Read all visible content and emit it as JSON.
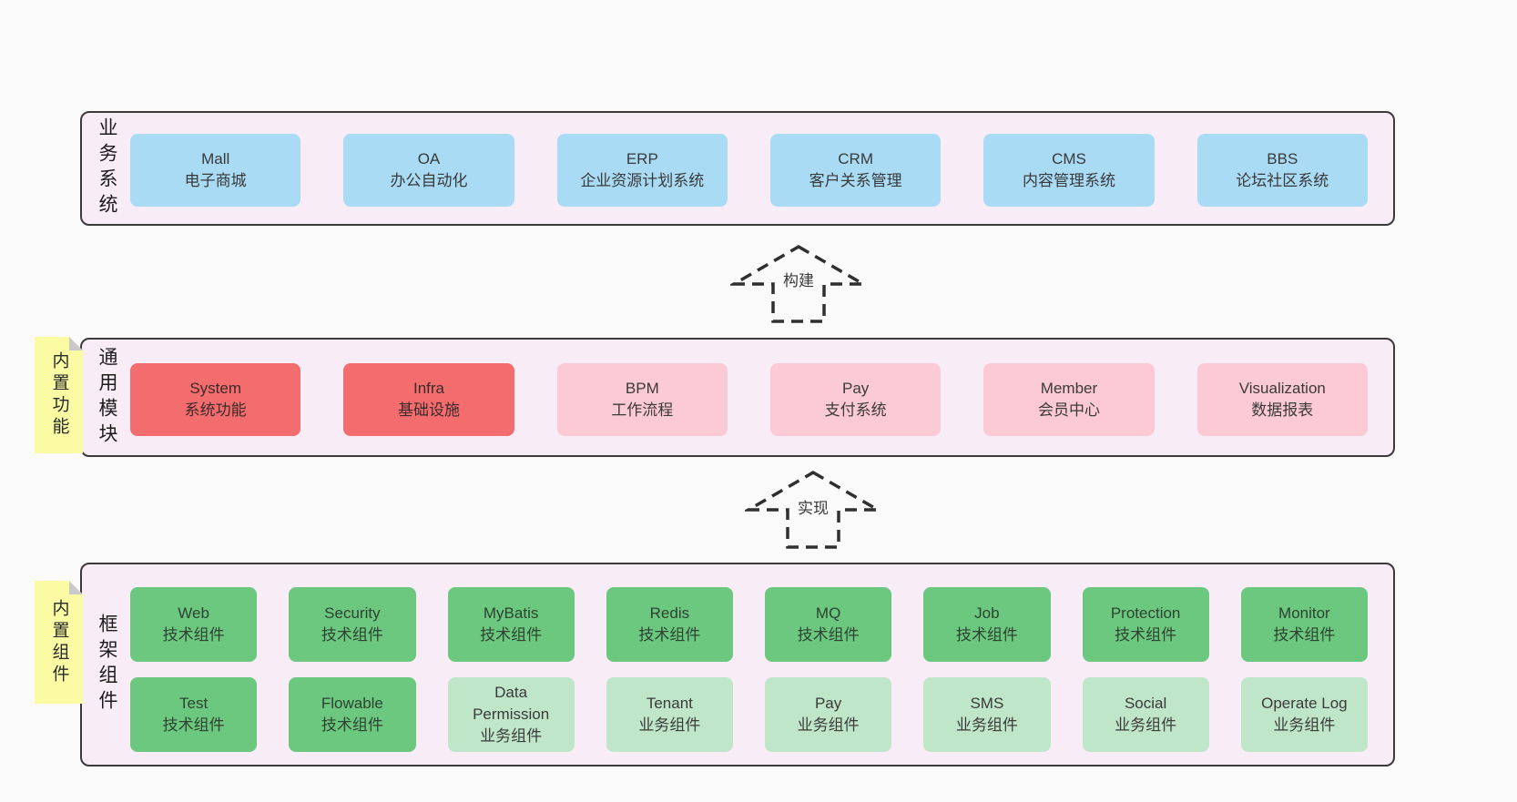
{
  "sections": {
    "business": {
      "side_label": "业务系统",
      "boxes": [
        {
          "name": "Mall",
          "desc": "电子商城",
          "variant": "blue"
        },
        {
          "name": "OA",
          "desc": "办公自动化",
          "variant": "blue"
        },
        {
          "name": "ERP",
          "desc": "企业资源计划系统",
          "variant": "blue"
        },
        {
          "name": "CRM",
          "desc": "客户关系管理",
          "variant": "blue"
        },
        {
          "name": "CMS",
          "desc": "内容管理系统",
          "variant": "blue"
        },
        {
          "name": "BBS",
          "desc": "论坛社区系统",
          "variant": "blue"
        }
      ]
    },
    "modules": {
      "side_label": "通用模块",
      "note_label": "内置功能",
      "boxes": [
        {
          "name": "System",
          "desc": "系统功能",
          "variant": "red"
        },
        {
          "name": "Infra",
          "desc": "基础设施",
          "variant": "red"
        },
        {
          "name": "BPM",
          "desc": "工作流程",
          "variant": "pink"
        },
        {
          "name": "Pay",
          "desc": "支付系统",
          "variant": "pink"
        },
        {
          "name": "Member",
          "desc": "会员中心",
          "variant": "pink"
        },
        {
          "name": "Visualization",
          "desc": "数据报表",
          "variant": "pink"
        }
      ]
    },
    "framework": {
      "side_label": "框架组件",
      "note_label": "内置组件",
      "row1": [
        {
          "name": "Web",
          "desc": "技术组件",
          "variant": "green"
        },
        {
          "name": "Security",
          "desc": "技术组件",
          "variant": "green"
        },
        {
          "name": "MyBatis",
          "desc": "技术组件",
          "variant": "green"
        },
        {
          "name": "Redis",
          "desc": "技术组件",
          "variant": "green"
        },
        {
          "name": "MQ",
          "desc": "技术组件",
          "variant": "green"
        },
        {
          "name": "Job",
          "desc": "技术组件",
          "variant": "green"
        },
        {
          "name": "Protection",
          "desc": "技术组件",
          "variant": "green"
        },
        {
          "name": "Monitor",
          "desc": "技术组件",
          "variant": "green"
        }
      ],
      "row2": [
        {
          "name": "Test",
          "desc": "技术组件",
          "variant": "green"
        },
        {
          "name": "Flowable",
          "desc": "技术组件",
          "variant": "green"
        },
        {
          "name": "Data Permission",
          "desc": "业务组件",
          "variant": "lightgreen"
        },
        {
          "name": "Tenant",
          "desc": "业务组件",
          "variant": "lightgreen"
        },
        {
          "name": "Pay",
          "desc": "业务组件",
          "variant": "lightgreen"
        },
        {
          "name": "SMS",
          "desc": "业务组件",
          "variant": "lightgreen"
        },
        {
          "name": "Social",
          "desc": "业务组件",
          "variant": "lightgreen"
        },
        {
          "name": "Operate Log",
          "desc": "业务组件",
          "variant": "lightgreen"
        }
      ]
    }
  },
  "arrows": [
    {
      "label": "构建"
    },
    {
      "label": "实现"
    }
  ],
  "colors": {
    "page_bg": "#fafafa",
    "container_bg": "#f8ecf6",
    "container_border": "#3a3a3a",
    "blue_box": "#a9dbf5",
    "red_box": "#f36d6f",
    "pink_box": "#fbcad4",
    "green_box": "#6bc87e",
    "lightgreen_box": "#c0e6ca",
    "sticky_note": "#fbfba3",
    "note_fold": "#c9c9c9",
    "arrow_stroke": "#2f2f2f"
  }
}
